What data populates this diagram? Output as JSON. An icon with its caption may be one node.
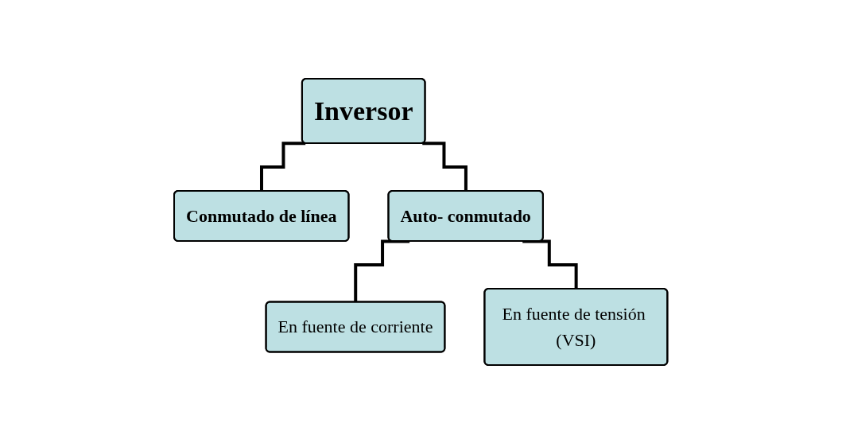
{
  "diagram": {
    "nodes": [
      {
        "text": [
          "Inversor"
        ]
      },
      {
        "text": [
          "Conmutado de línea"
        ]
      },
      {
        "text": [
          "Auto- conmutado"
        ]
      },
      {
        "text": [
          "En fuente de corriente"
        ]
      },
      {
        "text": [
          "En fuente de tensión (VSI)"
        ]
      }
    ],
    "edges": [
      {
        "from": 0,
        "to": 1,
        "arrow": "none"
      },
      {
        "from": 0,
        "to": 2,
        "arrow": "none"
      },
      {
        "from": 2,
        "to": 3,
        "arrow": "none"
      },
      {
        "from": 2,
        "to": 4,
        "arrow": "none"
      }
    ]
  }
}
